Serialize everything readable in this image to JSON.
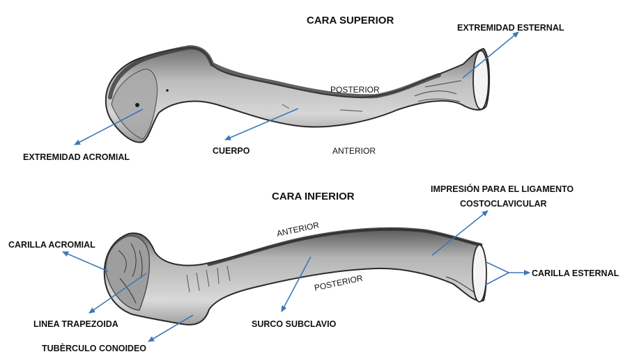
{
  "top_view": {
    "title": "CARA SUPERIOR",
    "labels": {
      "sternal_end": "EXTREMIDAD ESTERNAL",
      "acromial_end": "EXTREMIDAD ACROMIAL",
      "body": "CUERPO",
      "posterior": "POSTERIOR",
      "anterior": "ANTERIOR"
    }
  },
  "bottom_view": {
    "title": "CARA INFERIOR",
    "labels": {
      "ligament_line1": "IMPRESIÓN PARA EL LIGAMENTO",
      "ligament_line2": "COSTOCLAVICULAR",
      "acromial_facet": "CARILLA ACROMIAL",
      "sternal_facet": "CARILLA ESTERNAL",
      "anterior": "ANTERIOR",
      "posterior": "POSTERIOR",
      "trapezoid_line": "LINEA TRAPEZOIDA",
      "subclavian_groove": "SURCO SUBCLAVIO",
      "conoid_tubercle": "TUBÈRCULO CONOIDEO"
    }
  },
  "colors": {
    "arrow": "#3b78b8",
    "bone_outline": "#2a2a2a",
    "bone_fill": "#b8b8b8"
  }
}
